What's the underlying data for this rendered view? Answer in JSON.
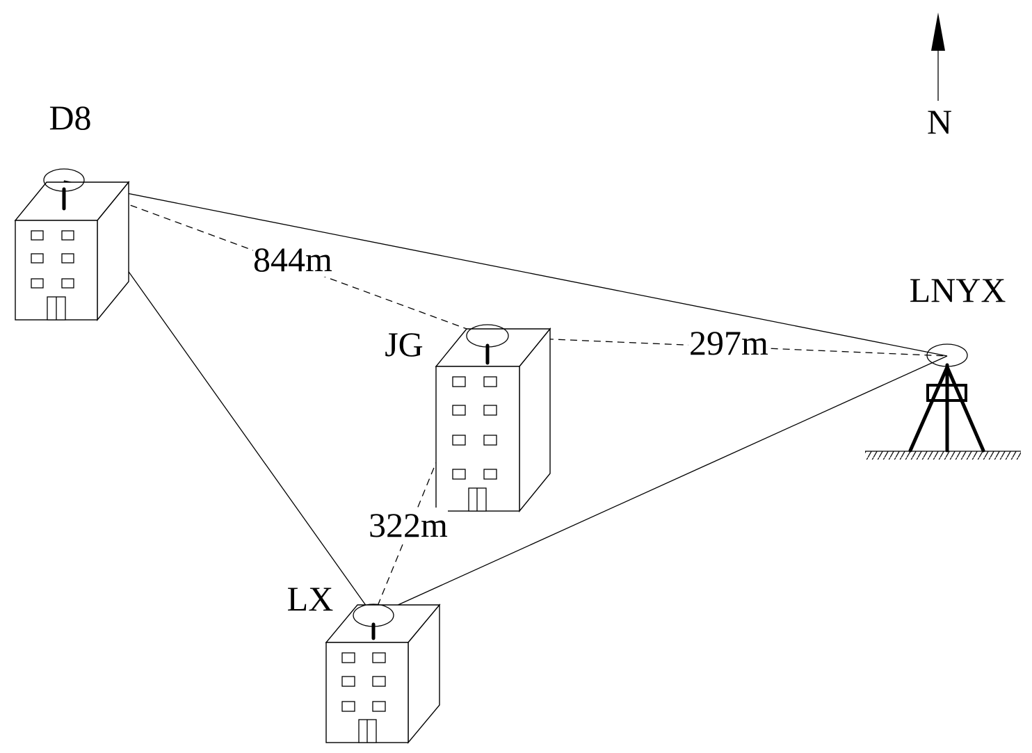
{
  "diagram": {
    "north_label": "N",
    "stations": [
      {
        "id": "D8",
        "label": "D8"
      },
      {
        "id": "JG",
        "label": "JG"
      },
      {
        "id": "LX",
        "label": "LX"
      },
      {
        "id": "LNYX",
        "label": "LNYX"
      }
    ],
    "baselines": [
      {
        "from": "D8",
        "to": "JG",
        "length_label": "844m"
      },
      {
        "from": "JG",
        "to": "LNYX",
        "length_label": "297m"
      },
      {
        "from": "JG",
        "to": "LX",
        "length_label": "322m"
      }
    ],
    "connections": [
      {
        "from": "D8",
        "to": "LNYX"
      },
      {
        "from": "D8",
        "to": "LX"
      },
      {
        "from": "LX",
        "to": "LNYX"
      }
    ]
  }
}
